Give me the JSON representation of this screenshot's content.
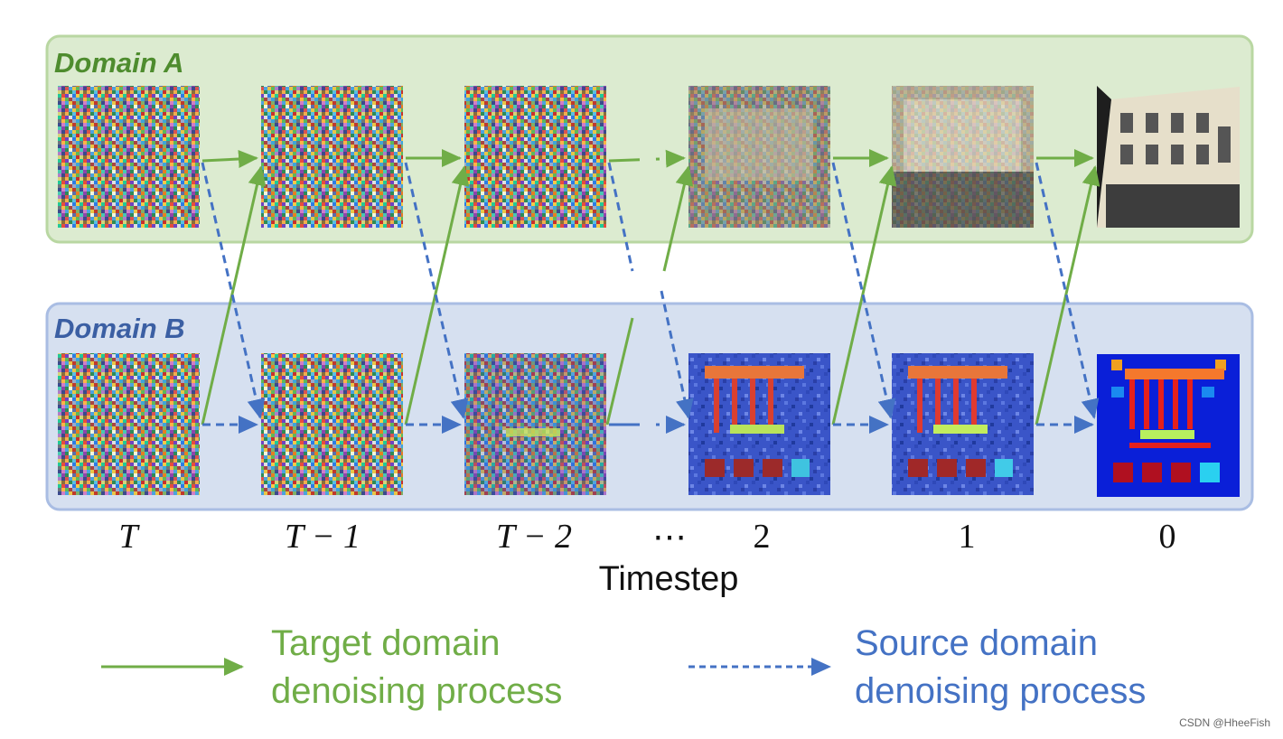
{
  "panels": {
    "domain_a": {
      "title": "Domain A"
    },
    "domain_b": {
      "title": "Domain B"
    }
  },
  "timesteps": [
    "T",
    "T − 1",
    "T − 2",
    "⋯",
    "2",
    "1",
    "0"
  ],
  "axis_title": "Timestep",
  "legend": {
    "target": {
      "line1": "Target domain",
      "line2": "denoising process"
    },
    "source": {
      "line1": "Source domain",
      "line2": "denoising process"
    }
  },
  "watermark": "CSDN @HheeFish",
  "colors": {
    "panel_a_bg": "#dcebd0",
    "panel_a_border": "#b9d7a2",
    "panel_b_bg": "#d6e0f0",
    "panel_b_border": "#a9bde3",
    "target_arrow": "#70ad47",
    "source_arrow": "#4472c4",
    "domain_a_title": "#4e8c2e",
    "domain_b_title": "#3b5fa3"
  }
}
